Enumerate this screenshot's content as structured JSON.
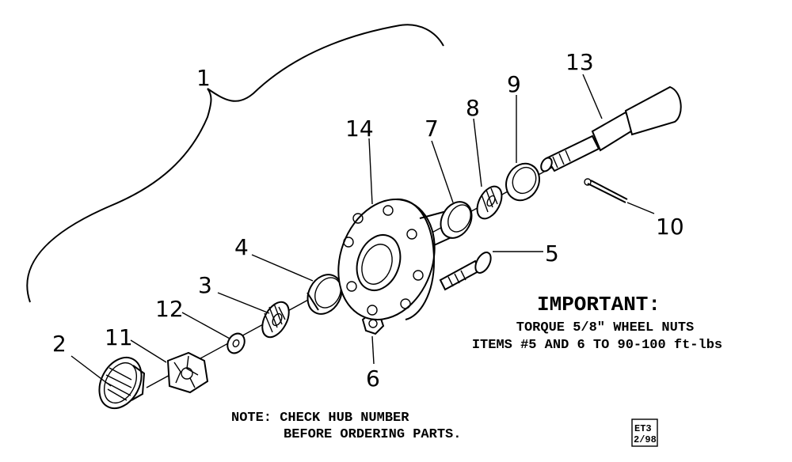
{
  "callouts": [
    "1",
    "2",
    "3",
    "4",
    "5",
    "6",
    "7",
    "8",
    "9",
    "10",
    "11",
    "12",
    "13",
    "14"
  ],
  "important": {
    "heading": "IMPORTANT:",
    "line1": "TORQUE 5/8\" WHEEL NUTS",
    "line2": "ITEMS #5 AND 6 TO 90-100 ft-lbs"
  },
  "note": {
    "line1": "NOTE: CHECK HUB NUMBER",
    "line2": "BEFORE ORDERING PARTS."
  },
  "stamp": {
    "line1": "ET3",
    "line2": "2/98"
  }
}
